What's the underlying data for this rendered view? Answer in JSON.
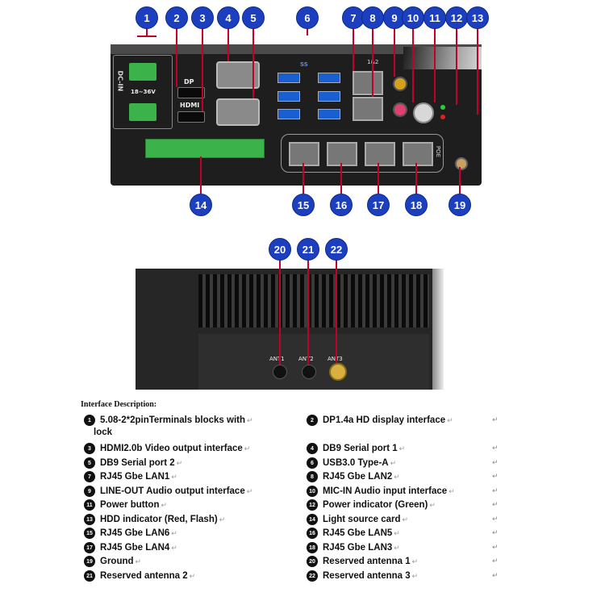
{
  "front_labels": {
    "dc_in": "DC-IN",
    "voltage": "18~36V",
    "dp": "DP",
    "hdmi": "HDMI",
    "usb": "SS",
    "lan12": "1&2",
    "poe": "POE",
    "ant1": "ANT1",
    "ant2": "ANT2",
    "ant3": "ANT3"
  },
  "callouts_top": [
    "1",
    "2",
    "3",
    "4",
    "5",
    "6",
    "7",
    "8",
    "9",
    "10",
    "11",
    "12",
    "13"
  ],
  "callouts_bottom": [
    "14",
    "15",
    "16",
    "17",
    "18",
    "19"
  ],
  "callouts_rear": [
    "20",
    "21",
    "22"
  ],
  "description": {
    "title": "Interface Description:",
    "paragraph_mark": "↵",
    "left": [
      {
        "n": "1",
        "text": "5.08-2*2pinTerminals blocks with"
      },
      {
        "n": "3",
        "text": "HDMI2.0b Video output interface"
      },
      {
        "n": "5",
        "text": "DB9 Serial port 2"
      },
      {
        "n": "7",
        "text": "RJ45 Gbe LAN1"
      },
      {
        "n": "9",
        "text": "LINE-OUT Audio output interface"
      },
      {
        "n": "11",
        "text": "Power button"
      },
      {
        "n": "13",
        "text": "HDD indicator (Red, Flash)"
      },
      {
        "n": "15",
        "text": "RJ45 Gbe LAN6"
      },
      {
        "n": "17",
        "text": "RJ45 Gbe LAN4"
      },
      {
        "n": "19",
        "text": "Ground"
      },
      {
        "n": "21",
        "text": "Reserved antenna 2"
      }
    ],
    "left_continuation": "lock",
    "right": [
      {
        "n": "2",
        "text": "DP1.4a HD display interface"
      },
      {
        "n": "4",
        "text": "DB9 Serial port 1"
      },
      {
        "n": "6",
        "text": "USB3.0 Type-A"
      },
      {
        "n": "8",
        "text": "RJ45 Gbe LAN2"
      },
      {
        "n": "10",
        "text": "MIC-IN Audio input interface"
      },
      {
        "n": "12",
        "text": "Power indicator (Green)"
      },
      {
        "n": "14",
        "text": "Light source card"
      },
      {
        "n": "16",
        "text": "RJ45 Gbe LAN5"
      },
      {
        "n": "18",
        "text": "RJ45 Gbe LAN3"
      },
      {
        "n": "20",
        "text": "Reserved antenna 1"
      },
      {
        "n": "22",
        "text": "Reserved antenna 3"
      }
    ]
  },
  "colors": {
    "callout": "#1c3fbf",
    "leader": "#c4002a",
    "chassis": "#222222",
    "usb": "#1a5fd1",
    "terminal": "#3bb24a"
  }
}
